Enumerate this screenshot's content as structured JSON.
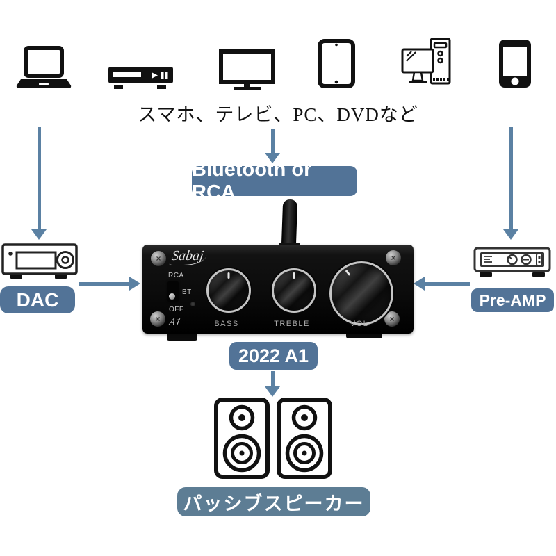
{
  "page": {
    "background": "#ffffff",
    "accent_color": "#527397",
    "accent_light_color": "#5d7d94",
    "arrow_color": "#5b81a3"
  },
  "sources": {
    "caption": "スマホ、テレビ、PC、DVDなど",
    "icons": [
      "laptop-icon",
      "dvd-player-icon",
      "tv-icon",
      "tablet-icon",
      "desktop-pc-icon",
      "smartphone-icon"
    ]
  },
  "connection": {
    "label": "Bluetooth or RCA"
  },
  "amplifier": {
    "brand": "Sabaj",
    "model_script": "A1",
    "switch": {
      "top": "RCA",
      "middle": "BT",
      "bottom": "OFF"
    },
    "knobs": {
      "bass": "BASS",
      "treble": "TREBLE",
      "volume": "VOL"
    }
  },
  "dac": {
    "label": "DAC"
  },
  "preamp": {
    "label": "Pre-AMP"
  },
  "model": {
    "label": "2022 A1"
  },
  "speakers": {
    "label": "パッシブスピーカー"
  }
}
